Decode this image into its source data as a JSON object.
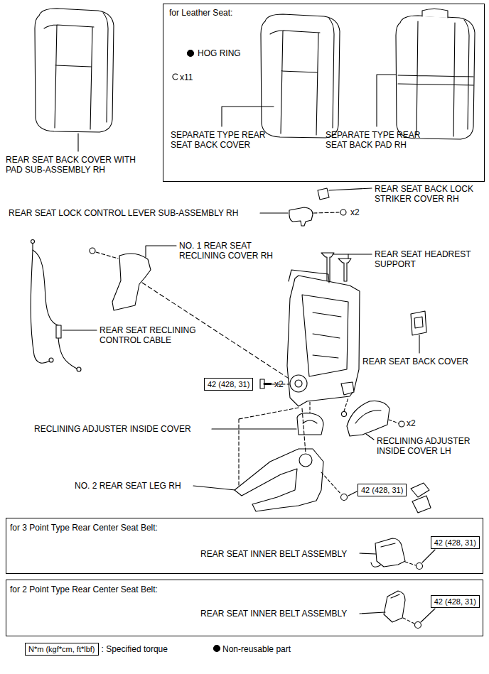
{
  "diagram": {
    "nodes": [
      {
        "text": [
          "for Leather Seat:",
          "HOG RING",
          "x11",
          "SEPARATE TYPE REAR SEAT BACK COVER",
          "SEPARATE TYPE REAR SEAT BACK PAD RH"
        ]
      },
      {
        "text": [
          "42 (428, 31)"
        ]
      },
      {
        "text": [
          "42 (428, 31)"
        ]
      },
      {
        "text": [
          "for 3 Point Type Rear Center Seat Belt:",
          "REAR SEAT INNER BELT ASSEMBLY"
        ]
      },
      {
        "text": [
          "42 (428, 31)"
        ],
        "in": 3
      },
      {
        "text": [
          "for 2 Point Type Rear Center Seat Belt:",
          "REAR SEAT INNER BELT ASSEMBLY"
        ]
      },
      {
        "text": [
          "42 (428, 31)"
        ],
        "in": 5
      },
      {
        "text": [
          "N*m (kgf*cm, ft*lbf)"
        ]
      }
    ],
    "labels": [
      "REAR SEAT BACK COVER WITH PAD SUB-ASSEMBLY RH",
      "REAR SEAT BACK LOCK STRIKER COVER RH",
      "REAR SEAT LOCK CONTROL LEVER SUB-ASSEMBLY RH",
      "x2",
      "NO. 1 REAR SEAT RECLINING COVER RH",
      "REAR SEAT HEADREST SUPPORT",
      "REAR SEAT RECLINING CONTROL CABLE",
      "REAR SEAT BACK COVER",
      "x2",
      "RECLINING ADJUSTER INSIDE COVER",
      "x2",
      "RECLINING ADJUSTER INSIDE COVER LH",
      "NO. 2 REAR SEAT LEG RH"
    ],
    "legend": [
      {
        "text": ": Specified torque"
      },
      {
        "text": "Non-reusable part"
      }
    ]
  }
}
